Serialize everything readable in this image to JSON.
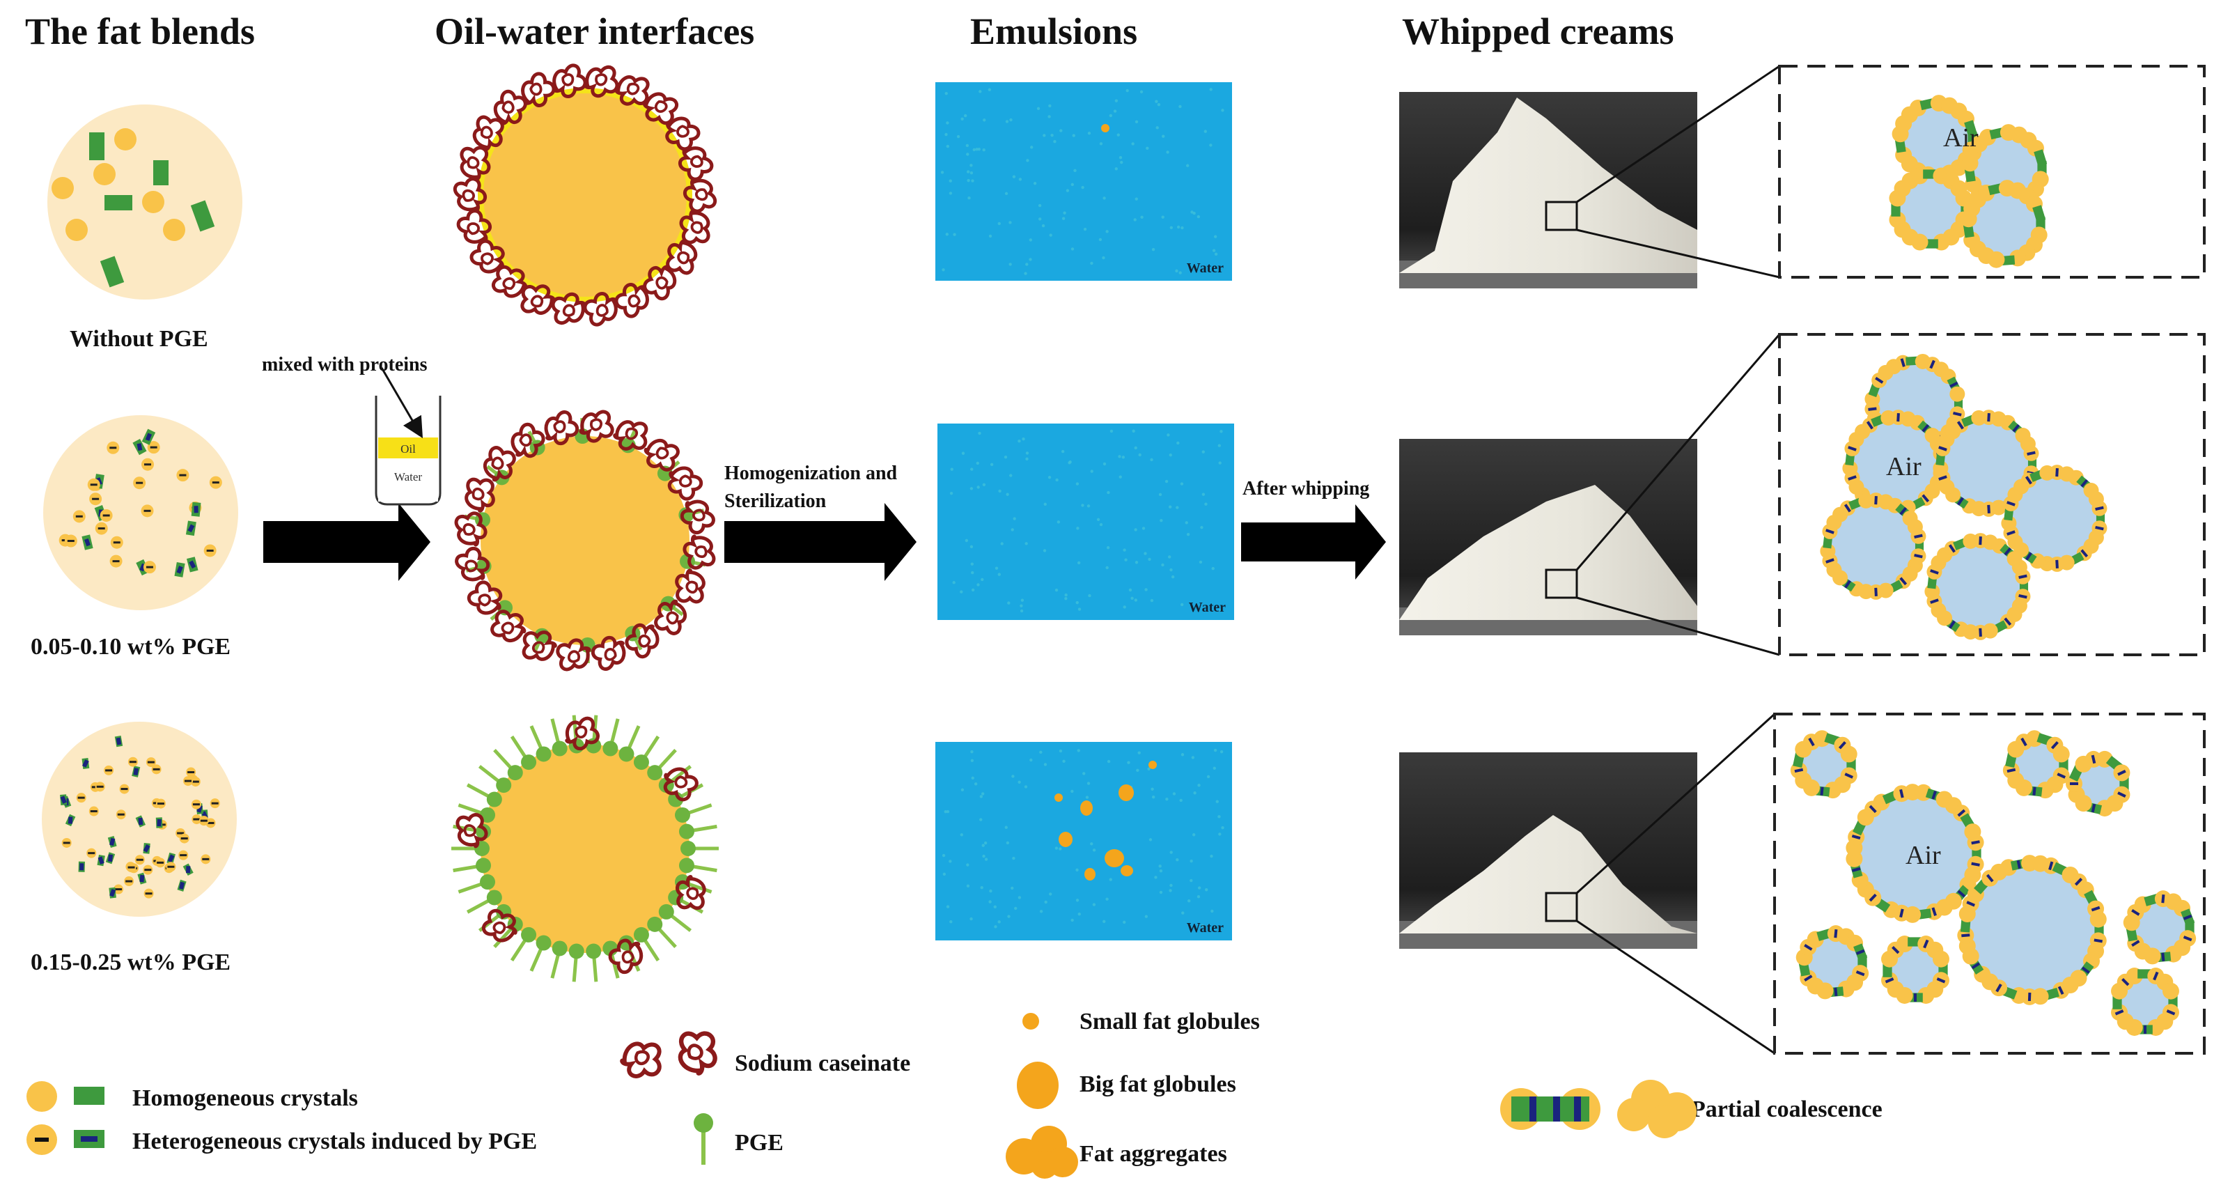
{
  "headers": {
    "fat_blends": "The fat blends",
    "interfaces": "Oil-water interfaces",
    "emulsions": "Emulsions",
    "whipped": "Whipped creams"
  },
  "rows": [
    {
      "label": "Without PGE"
    },
    {
      "label": "0.05-0.10 wt% PGE"
    },
    {
      "label": "0.15-0.25 wt% PGE"
    }
  ],
  "process": {
    "mixed": "mixed with proteins",
    "beaker_oil": "Oil",
    "beaker_water": "Water",
    "homogenization_line1": "Homogenization and",
    "homogenization_line2": "Sterilization",
    "whipping": "After whipping"
  },
  "water_label": "Water",
  "air_label": "Air",
  "legend": {
    "homogeneous": "Homogeneous crystals",
    "heterogeneous": "Heterogeneous crystals induced by PGE",
    "sodium_caseinate": "Sodium caseinate",
    "pge": "PGE",
    "small_fat": "Small fat globules",
    "big_fat": "Big fat globules",
    "fat_aggregates": "Fat aggregates",
    "partial_coalescence": "Partial coalescence"
  },
  "colors": {
    "fat_yellow": "#F9C349",
    "crystal_green": "#3E9A3E",
    "pge_green": "#8BC34A",
    "caseinate_red": "#8B1A1A",
    "water_blue": "#1BA8E0",
    "air_blue": "#B7D3EA",
    "blend_bg": "#FCE9C4",
    "globule_orange": "#F4A51C"
  }
}
